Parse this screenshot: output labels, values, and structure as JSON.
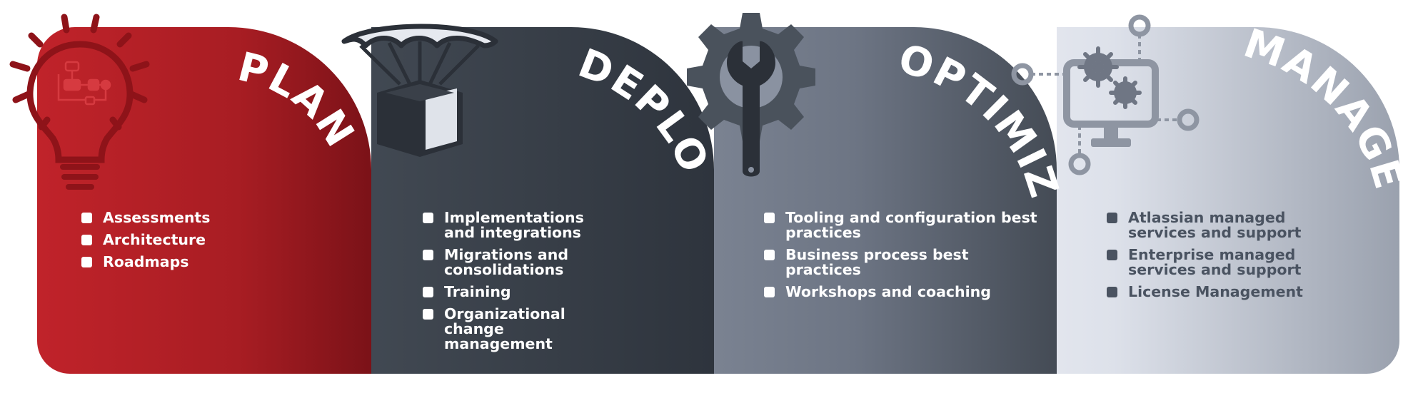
{
  "phases": [
    {
      "title": "PLAN",
      "icon": "lightbulb-icon",
      "title_color": "#ffffff",
      "items": [
        "Assessments",
        "Architecture",
        "Roadmaps"
      ]
    },
    {
      "title": "DEPLOY",
      "icon": "parachute-box-icon",
      "title_color": "#ffffff",
      "items": [
        "Implementations and integrations",
        "Migrations and consolidations",
        "Training",
        "Organizational change management"
      ]
    },
    {
      "title": "OPTIMIZE",
      "icon": "gear-wrench-icon",
      "title_color": "#ffffff",
      "items": [
        "Tooling and configuration best practices",
        "Business process best practices",
        "Workshops and coaching"
      ]
    },
    {
      "title": "MANAGE",
      "icon": "monitor-gears-icon",
      "title_color": "#ffffff",
      "items": [
        "Atlassian managed services and support",
        "Enterprise managed services and support",
        "License Management"
      ]
    }
  ],
  "colors": {
    "plan": "#b51f24",
    "deploy": "#3c434d",
    "optimize": "#7d8594",
    "manage": "#c9ced9"
  }
}
